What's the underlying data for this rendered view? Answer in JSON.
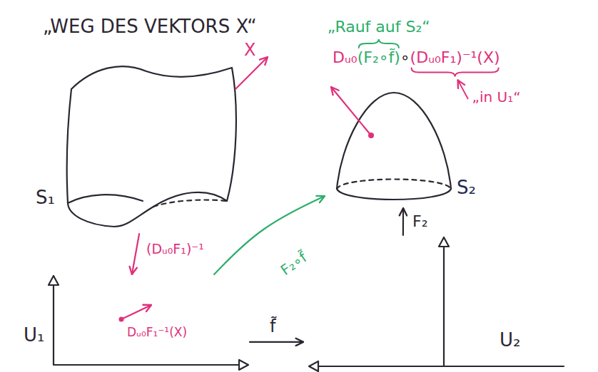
{
  "diagram": {
    "title": "„WEG DES VEKTORS X“",
    "nodes": [
      {
        "text": [
          "S₁"
        ]
      },
      {
        "text": [
          "S₂"
        ]
      },
      {
        "text": [
          "U₁"
        ]
      },
      {
        "text": [
          "U₂"
        ]
      }
    ],
    "edges": [
      {
        "from": 0,
        "to": 2,
        "arrow": "to",
        "label": "(Dᵤ₀F₁)⁻¹"
      },
      {
        "from": 2,
        "to": 3,
        "arrow": "to",
        "label": "f̃"
      },
      {
        "from": 2,
        "to": 1,
        "arrow": "to",
        "label": "F₂∘f̃"
      },
      {
        "from": 3,
        "to": 1,
        "arrow": "to",
        "label": "F₂"
      }
    ],
    "labels": [
      "„Rauf auf S₂“",
      "Dᵤ₀",
      "(F₂∘f̃)",
      "∘",
      "(Dᵤ₀F₁)⁻¹(X)",
      "„in U₁“",
      "X",
      "Dᵤ₀F₁⁻¹(X)"
    ]
  }
}
